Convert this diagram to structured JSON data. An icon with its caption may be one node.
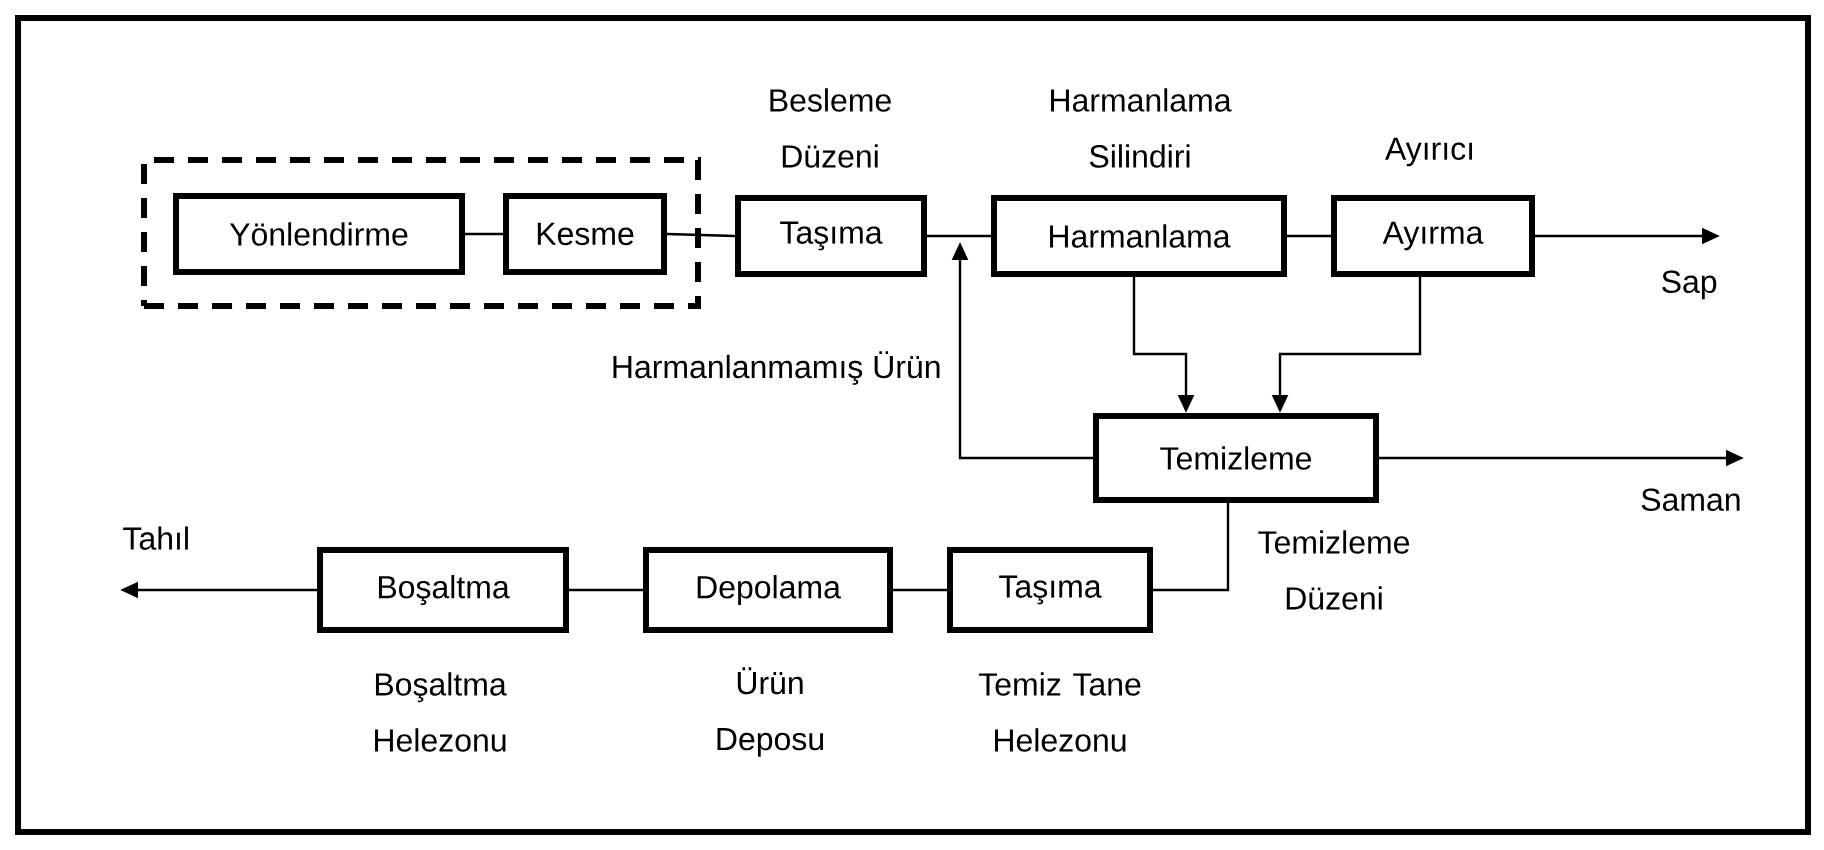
{
  "diagram": {
    "nodes": [
      {
        "text": [],
        "shape": "box"
      },
      {
        "text": [
          "Yönlendirme"
        ],
        "in": 0
      },
      {
        "text": [
          "Kesme"
        ],
        "in": 0
      },
      {
        "text": [
          "Taşıma"
        ],
        "beside": [
          "Besleme Düzeni"
        ]
      },
      {
        "text": [
          "Harmanlama"
        ],
        "beside": [
          "Harmanlama Silindiri"
        ]
      },
      {
        "text": [
          "Ayırma"
        ],
        "beside": [
          "Ayırıcı"
        ]
      },
      {
        "text": [
          "Temizleme"
        ],
        "beside": [
          "Temizleme Düzeni"
        ]
      },
      {
        "text": [
          "Taşıma"
        ],
        "beside": [
          "Temiz Tane Helezonu"
        ]
      },
      {
        "text": [
          "Depolama"
        ],
        "beside": [
          "Ürün Deposu"
        ]
      },
      {
        "text": [
          "Boşaltma"
        ],
        "beside": [
          "Boşaltma Helezonu"
        ]
      },
      {
        "text": [
          "Sap"
        ]
      },
      {
        "text": [
          "Saman"
        ]
      },
      {
        "text": [
          "Tahıl"
        ]
      }
    ],
    "edges": [
      {
        "from": 1,
        "to": 2,
        "arrow": "none"
      },
      {
        "from": 2,
        "to": 3,
        "arrow": "none"
      },
      {
        "from": 3,
        "to": 4,
        "arrow": "none"
      },
      {
        "from": 4,
        "to": 5,
        "arrow": "none"
      },
      {
        "from": 5,
        "to": 10,
        "arrow": "to"
      },
      {
        "from": 4,
        "to": 6,
        "arrow": "to"
      },
      {
        "from": 5,
        "to": 6,
        "arrow": "to"
      },
      {
        "from": 6,
        "to": 4,
        "arrow": "to",
        "label": "Harmanlanmamış Ürün"
      },
      {
        "from": 6,
        "to": 7,
        "arrow": "none"
      },
      {
        "from": 7,
        "to": 8,
        "arrow": "none"
      },
      {
        "from": 8,
        "to": 9,
        "arrow": "none"
      },
      {
        "from": 9,
        "to": 12,
        "arrow": "to"
      },
      {
        "from": 6,
        "to": 11,
        "arrow": "to"
      }
    ]
  }
}
